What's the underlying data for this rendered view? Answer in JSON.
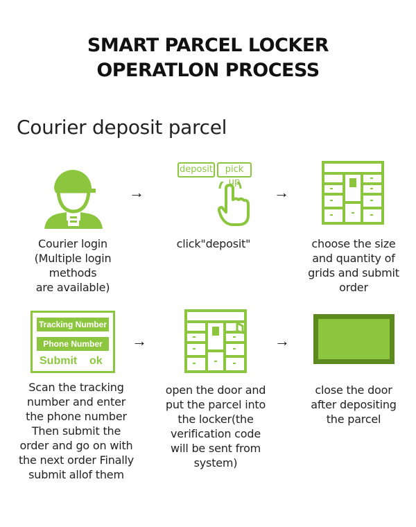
{
  "header": {
    "title_line1": "SMART PARCEL LOCKER",
    "title_line2": "OPERATLON PROCESS"
  },
  "section_title": "Courier deposit parcel",
  "accent_color": "#8cc63f",
  "dark_accent_color": "#5c8a1f",
  "arrow_glyph": "→",
  "steps": [
    {
      "icon": "courier-icon",
      "caption_lines": [
        "Courier login",
        "(Multiple login",
        "methods",
        "are available)"
      ]
    },
    {
      "icon": "touch-screen-icon",
      "button_deposit": "deposit",
      "button_pickup": "pick up",
      "caption_lines": [
        "click\"deposit\""
      ]
    },
    {
      "icon": "locker-icon",
      "caption_lines": [
        "choose the size",
        "and quantity of",
        "grids and submit",
        "order"
      ]
    },
    {
      "icon": "form-icon",
      "field_tracking": "Tracking Number",
      "field_phone": "Phone Number",
      "submit_label": "Submit",
      "ok_label": "ok",
      "caption_lines": [
        "Scan the tracking",
        "number and enter",
        "the phone number",
        "Then  submit the",
        "order and go on with",
        "the next order Finally",
        "submit allof them"
      ]
    },
    {
      "icon": "open-locker-icon",
      "caption_lines": [
        "open the door and",
        "put the parcel into",
        "the locker(the",
        "verification code",
        "will be sent from",
        "system)"
      ]
    },
    {
      "icon": "closed-door-icon",
      "caption_lines": [
        "close the door",
        "after depositing",
        "the parcel"
      ]
    }
  ]
}
